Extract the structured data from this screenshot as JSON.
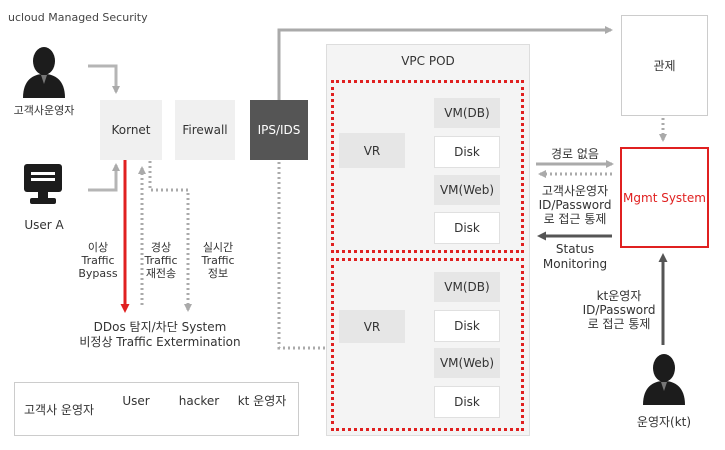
{
  "title": "ucloud Managed Security",
  "actors": {
    "operator": "고객사운영자",
    "user_a": "User A",
    "kt_operator": "운영자(kt)"
  },
  "boxes": {
    "kornet": "Kornet",
    "firewall": "Firewall",
    "ips": "IPS/IDS",
    "control": "관제",
    "mgmt": "Mgmt System",
    "vpc_pod": "VPC POD"
  },
  "pod_top": {
    "vr": "VR",
    "vm_db": "VM(DB)",
    "disk1": "Disk",
    "vm_web": "VM(Web)",
    "disk2": "Disk"
  },
  "pod_bottom": {
    "vr": "VR",
    "vm_db": "VM(DB)",
    "disk1": "Disk",
    "vm_web": "VM(Web)",
    "disk2": "Disk"
  },
  "flows": {
    "bypass": [
      "이상",
      "Traffic",
      "Bypass"
    ],
    "resend": [
      "경상",
      "Traffic",
      "재전송"
    ],
    "realtime": [
      "실시간",
      "Traffic",
      "정보"
    ],
    "ddos": [
      "DDos 탐지/차단 System",
      "비정상 Traffic Extermination"
    ]
  },
  "mgmt_labels": {
    "no_route": "경로 없음",
    "operator_access": [
      "고객사운영자",
      "ID/Password",
      "로 접근 통제"
    ],
    "status": [
      "Status",
      "Monitoring"
    ],
    "kt_access": [
      "kt운영자",
      "ID/Password",
      "로 접근 통제"
    ]
  },
  "legend": {
    "title": "고객사 운영자",
    "user": "User",
    "hacker": "hacker",
    "kt": "kt 운영자"
  },
  "colors": {
    "red": "#e02020",
    "grey": "#a8a8a8",
    "dark": "#555555"
  }
}
